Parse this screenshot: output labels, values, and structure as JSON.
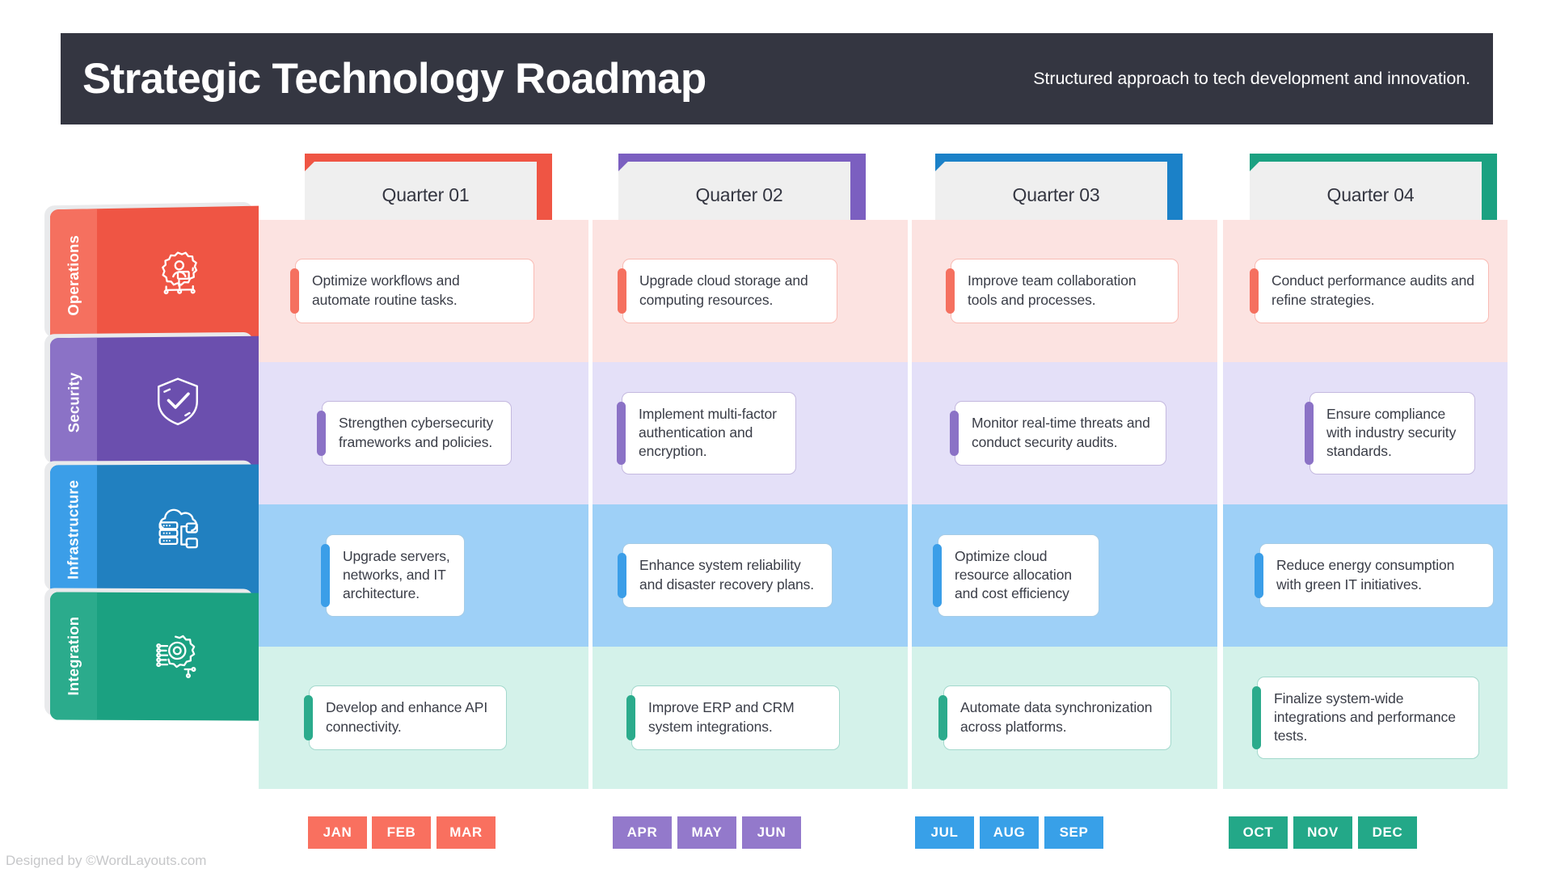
{
  "header": {
    "title": "Strategic Technology Roadmap",
    "subtitle": "Structured approach to tech development and innovation.",
    "bg_color": "#343641"
  },
  "quarters": [
    {
      "label": "Quarter 01",
      "color": "#ef5544",
      "tint": "#fce3e1",
      "badge_color": "#f9705f",
      "months": [
        "JAN",
        "FEB",
        "MAR"
      ]
    },
    {
      "label": "Quarter 02",
      "color": "#7b5fc0",
      "tint": "#e4e0f8",
      "badge_color": "#9379cb",
      "months": [
        "APR",
        "MAY",
        "JUN"
      ]
    },
    {
      "label": "Quarter 03",
      "color": "#1b81c8",
      "tint": "#9ed0f7",
      "badge_color": "#38a0e8",
      "months": [
        "JUL",
        "AUG",
        "SEP"
      ]
    },
    {
      "label": "Quarter 04",
      "color": "#1ba181",
      "tint": "#d4f2ea",
      "badge_color": "#23a888",
      "months": [
        "OCT",
        "NOV",
        "DEC"
      ]
    }
  ],
  "rows": [
    {
      "label": "Operations",
      "icon": "gear-person-icon",
      "color": "#ef5544",
      "strip_color": "#f5705f",
      "tint": "#fce3e1"
    },
    {
      "label": "Security",
      "icon": "shield-check-icon",
      "color": "#6b4fae",
      "strip_color": "#8b72c6",
      "tint": "#e4e0f8"
    },
    {
      "label": "Infrastructure",
      "icon": "cloud-server-icon",
      "color": "#2180c0",
      "strip_color": "#3b9ee8",
      "tint": "#9ed0f7"
    },
    {
      "label": "Integration",
      "icon": "gear-circuit-icon",
      "color": "#1ba181",
      "strip_color": "#2bab8c",
      "tint": "#d4f2ea"
    }
  ],
  "cells": [
    [
      "Optimize workflows and automate routine tasks.",
      "Upgrade cloud storage and computing resources.",
      "Improve team collaboration tools and processes.",
      "Conduct performance audits and refine strategies."
    ],
    [
      "Strengthen cybersecurity frameworks and policies.",
      "Implement multi-factor authentication and encryption.",
      "Monitor real-time threats and conduct security audits.",
      "Ensure compliance with industry security standards."
    ],
    [
      "Upgrade servers, networks, and IT architecture.",
      "Enhance system reliability and disaster recovery plans.",
      "Optimize cloud resource allocation and cost efficiency",
      "Reduce energy consumption with green IT initiatives."
    ],
    [
      "Develop and enhance API connectivity.",
      "Improve ERP and CRM system integrations.",
      "Automate data synchronization across platforms.",
      "Finalize system-wide integrations and performance tests."
    ]
  ],
  "footer": {
    "credit": "Designed by ©WordLayouts.com"
  }
}
